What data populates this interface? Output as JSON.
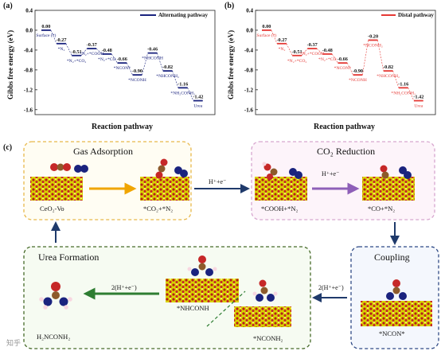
{
  "panel_a": {
    "letter": "(a)",
    "legend": "Alternating pathway",
    "ylabel": "Gibbs free energy (eV)",
    "xlabel": "Reaction pathway",
    "color": "#1a237e",
    "yticks": [
      "0.4",
      "0.0",
      "-0.4",
      "-0.8",
      "-1.2",
      "-1.6"
    ],
    "steps": [
      {
        "label": "Surface (*)",
        "value": "0.00"
      },
      {
        "label": "*N₂",
        "value": "-0.27"
      },
      {
        "label": "*N₂+*CO₂",
        "value": "-0.51"
      },
      {
        "label": "*N₂+*COOH",
        "value": "-0.37"
      },
      {
        "label": "*N₂+*CO",
        "value": "-0.48"
      },
      {
        "label": "*NCON*",
        "value": "-0.66"
      },
      {
        "label": "*NCONH",
        "value": "-0.90"
      },
      {
        "label": "*NHCONH",
        "value": "-0.46"
      },
      {
        "label": "*NHCONH₂",
        "value": "-0.82"
      },
      {
        "label": "*NH₂CONH₂",
        "value": "-1.16"
      },
      {
        "label": "Urea",
        "value": "-1.42"
      }
    ]
  },
  "panel_b": {
    "letter": "(b)",
    "legend": "Distal pathway",
    "ylabel": "Gibbs free energy (eV)",
    "xlabel": "Reaction pathway",
    "color": "#e53935",
    "yticks": [
      "0.4",
      "0.0",
      "-0.4",
      "-0.8",
      "-1.2",
      "-1.6"
    ],
    "steps": [
      {
        "label": "Surface (*)",
        "value": "0.00"
      },
      {
        "label": "*N₂",
        "value": "-0.27"
      },
      {
        "label": "*N₂+*CO₂",
        "value": "-0.51"
      },
      {
        "label": "*N₂+*COOH",
        "value": "-0.37"
      },
      {
        "label": "*N₂+*CO",
        "value": "-0.48"
      },
      {
        "label": "*NCON*",
        "value": "-0.66"
      },
      {
        "label": "*NCONH",
        "value": "-0.90"
      },
      {
        "label": "*NCONH₂",
        "value": "-0.20"
      },
      {
        "label": "*NHCONH₂",
        "value": "-0.82"
      },
      {
        "label": "*NH₂CONH₂",
        "value": "-1.16"
      },
      {
        "label": "Urea",
        "value": "-1.42"
      }
    ]
  },
  "panel_c": {
    "letter": "(c)",
    "gas_adsorption": {
      "title": "Gas Adsorption",
      "left_caption": "CeO₂-Vo",
      "right_caption": "*CO₂+*N₂"
    },
    "co2_reduction": {
      "title": "CO₂ Reduction",
      "left_caption": "*COOH+*N₂",
      "right_caption": "*CO+*N₂",
      "step": "H⁺+e⁻"
    },
    "arrow_gas_to_co2": "H⁺+e⁻",
    "coupling": {
      "title": "Coupling",
      "caption": "*NCON*"
    },
    "arrow_coupling_to_urea": "2(H⁺+e⁻)",
    "urea_formation": {
      "title": "Urea Formation",
      "mid_caption": "*NHCONH",
      "left_caption": "H₂NCONH₂",
      "right_caption": "*NCONH₂",
      "step": "2(H⁺+e⁻)"
    }
  },
  "watermark": "知乎"
}
